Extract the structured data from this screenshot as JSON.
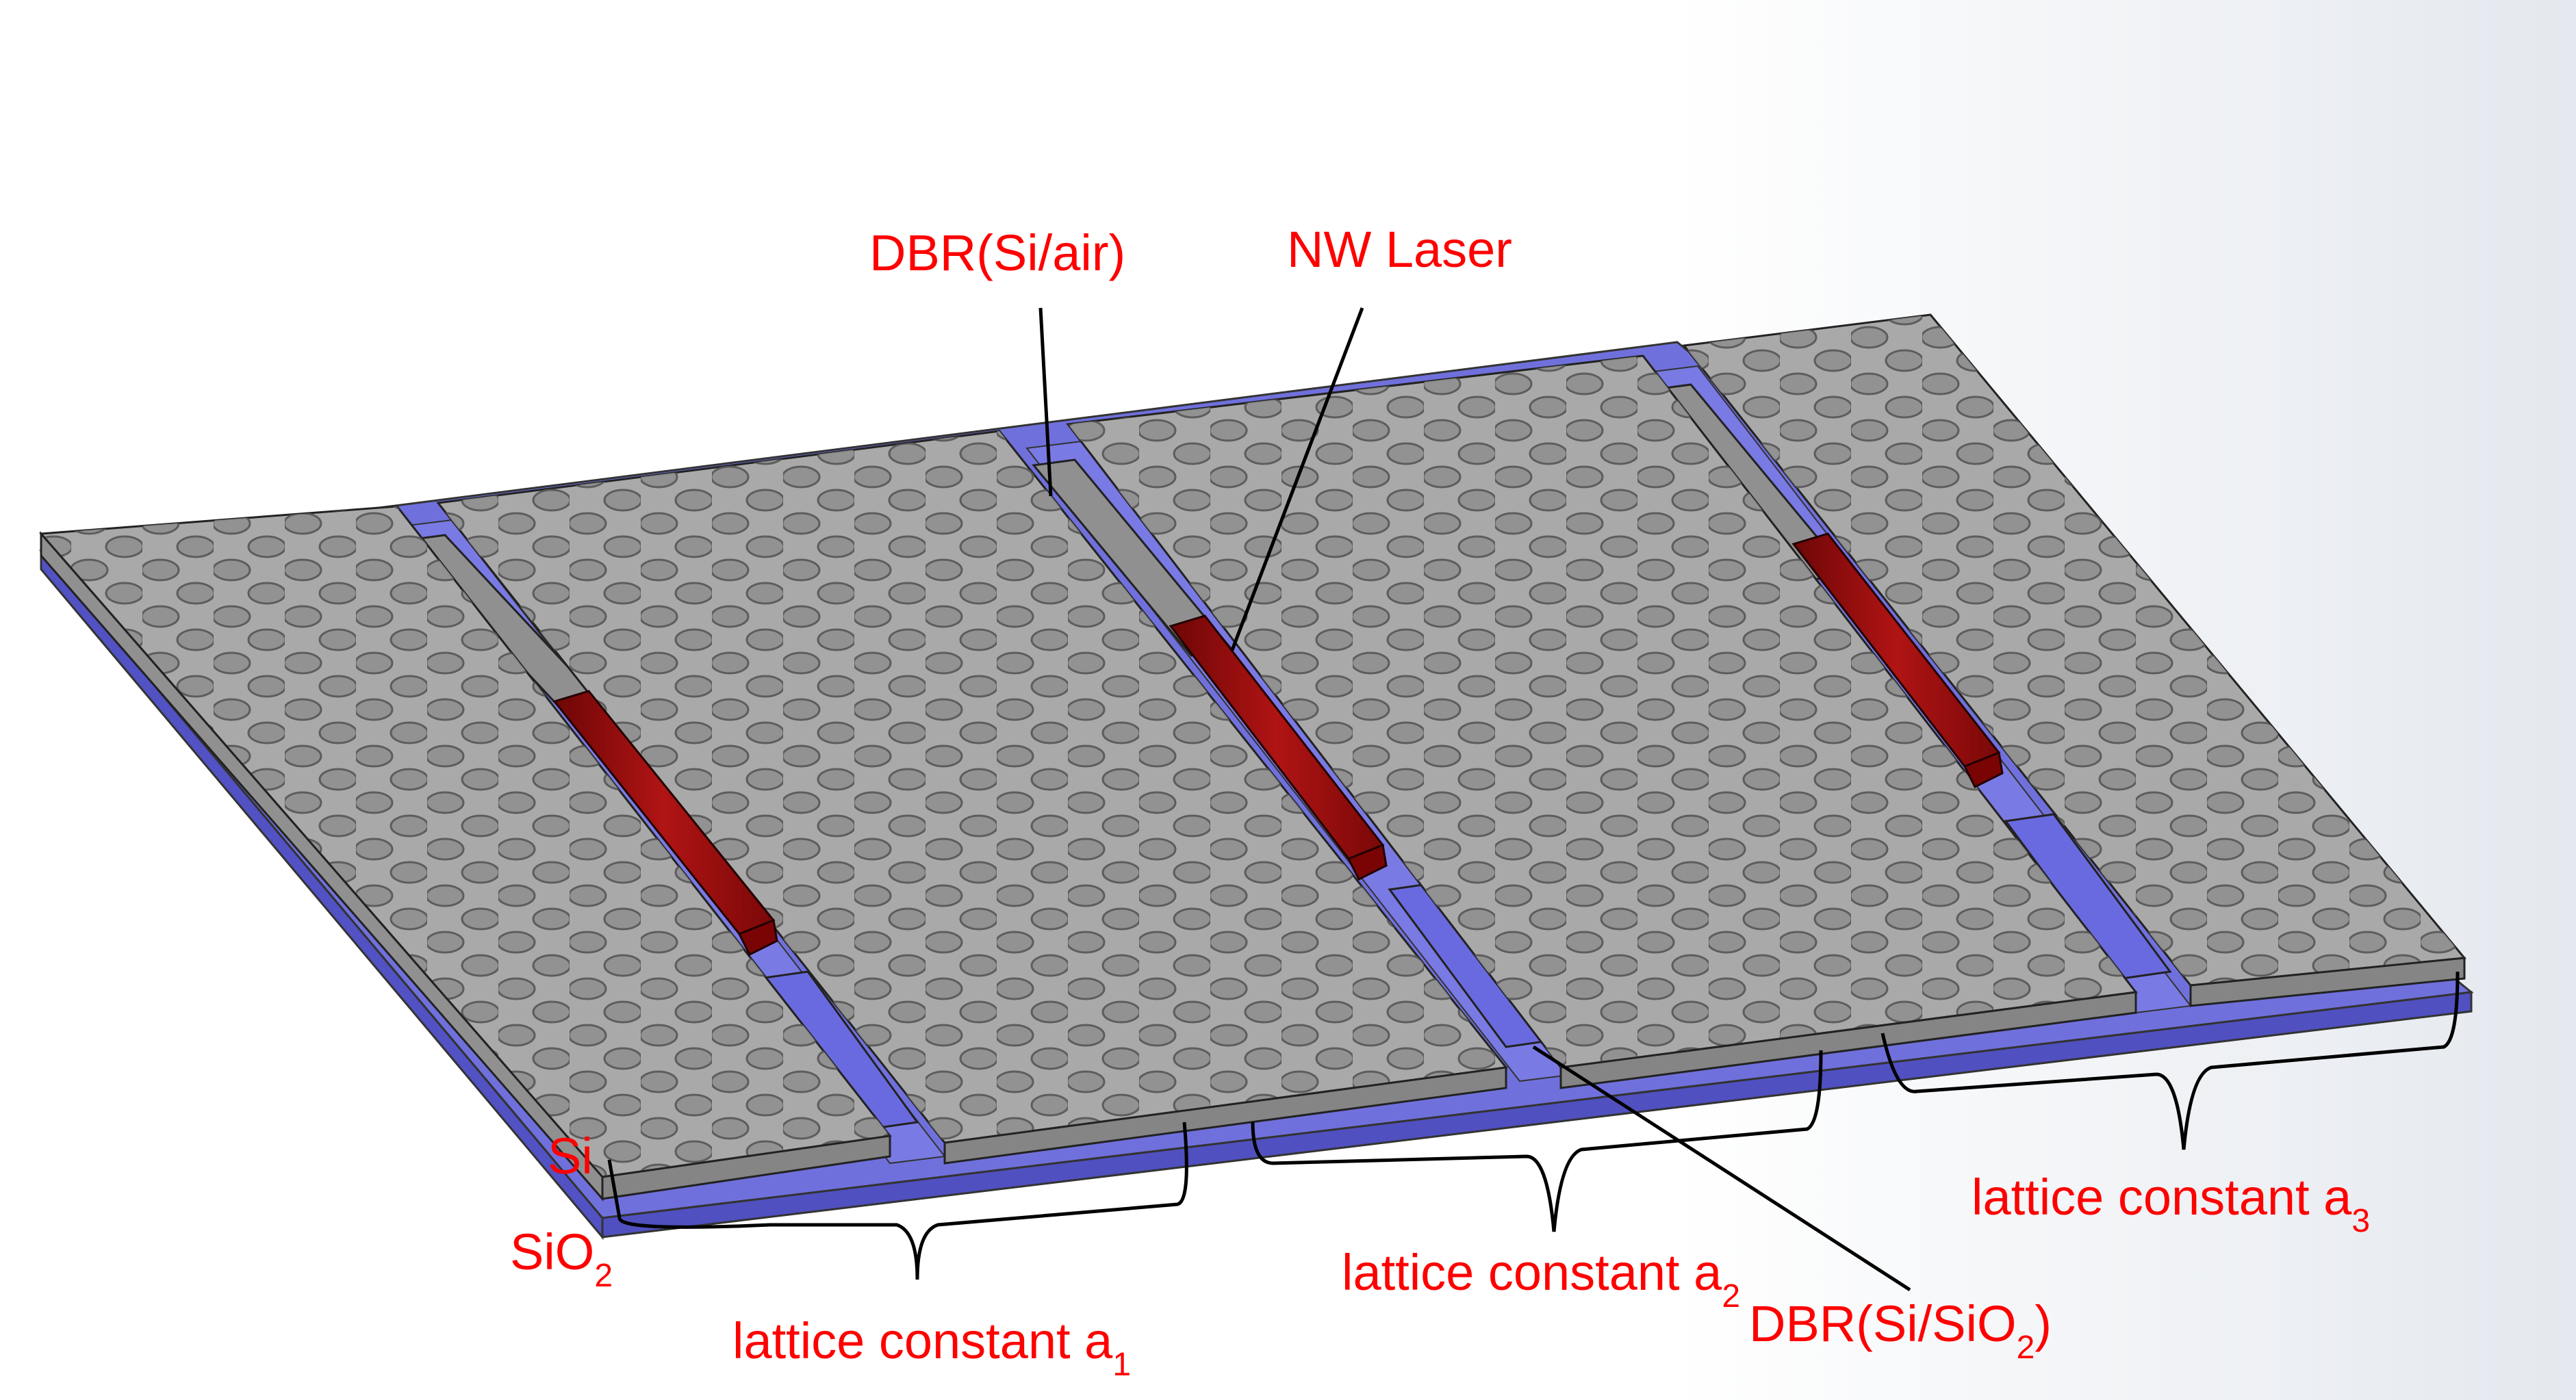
{
  "colors": {
    "silicon_top": "#a8a8a8",
    "silicon_side": "#8a8a8a",
    "hole": "#909090",
    "oxide": "#7878e0",
    "oxide_dark": "#4a4ab8",
    "laser": "#9a0c0c",
    "laser_light": "#c41a1a",
    "label": "#ff0000",
    "leader": "#000000"
  },
  "labels": {
    "dbr_air": "DBR(Si/air)",
    "nw_laser": "NW Laser",
    "si": "Si",
    "sio2_base": "SiO",
    "sio2_sub": "2",
    "lattice_prefix": "lattice constant a",
    "sub_1": "1",
    "sub_2": "2",
    "sub_3": "3",
    "dbr_oxide_prefix": "DBR(Si/SiO",
    "dbr_oxide_sub": "2",
    "dbr_oxide_suffix": ")"
  }
}
